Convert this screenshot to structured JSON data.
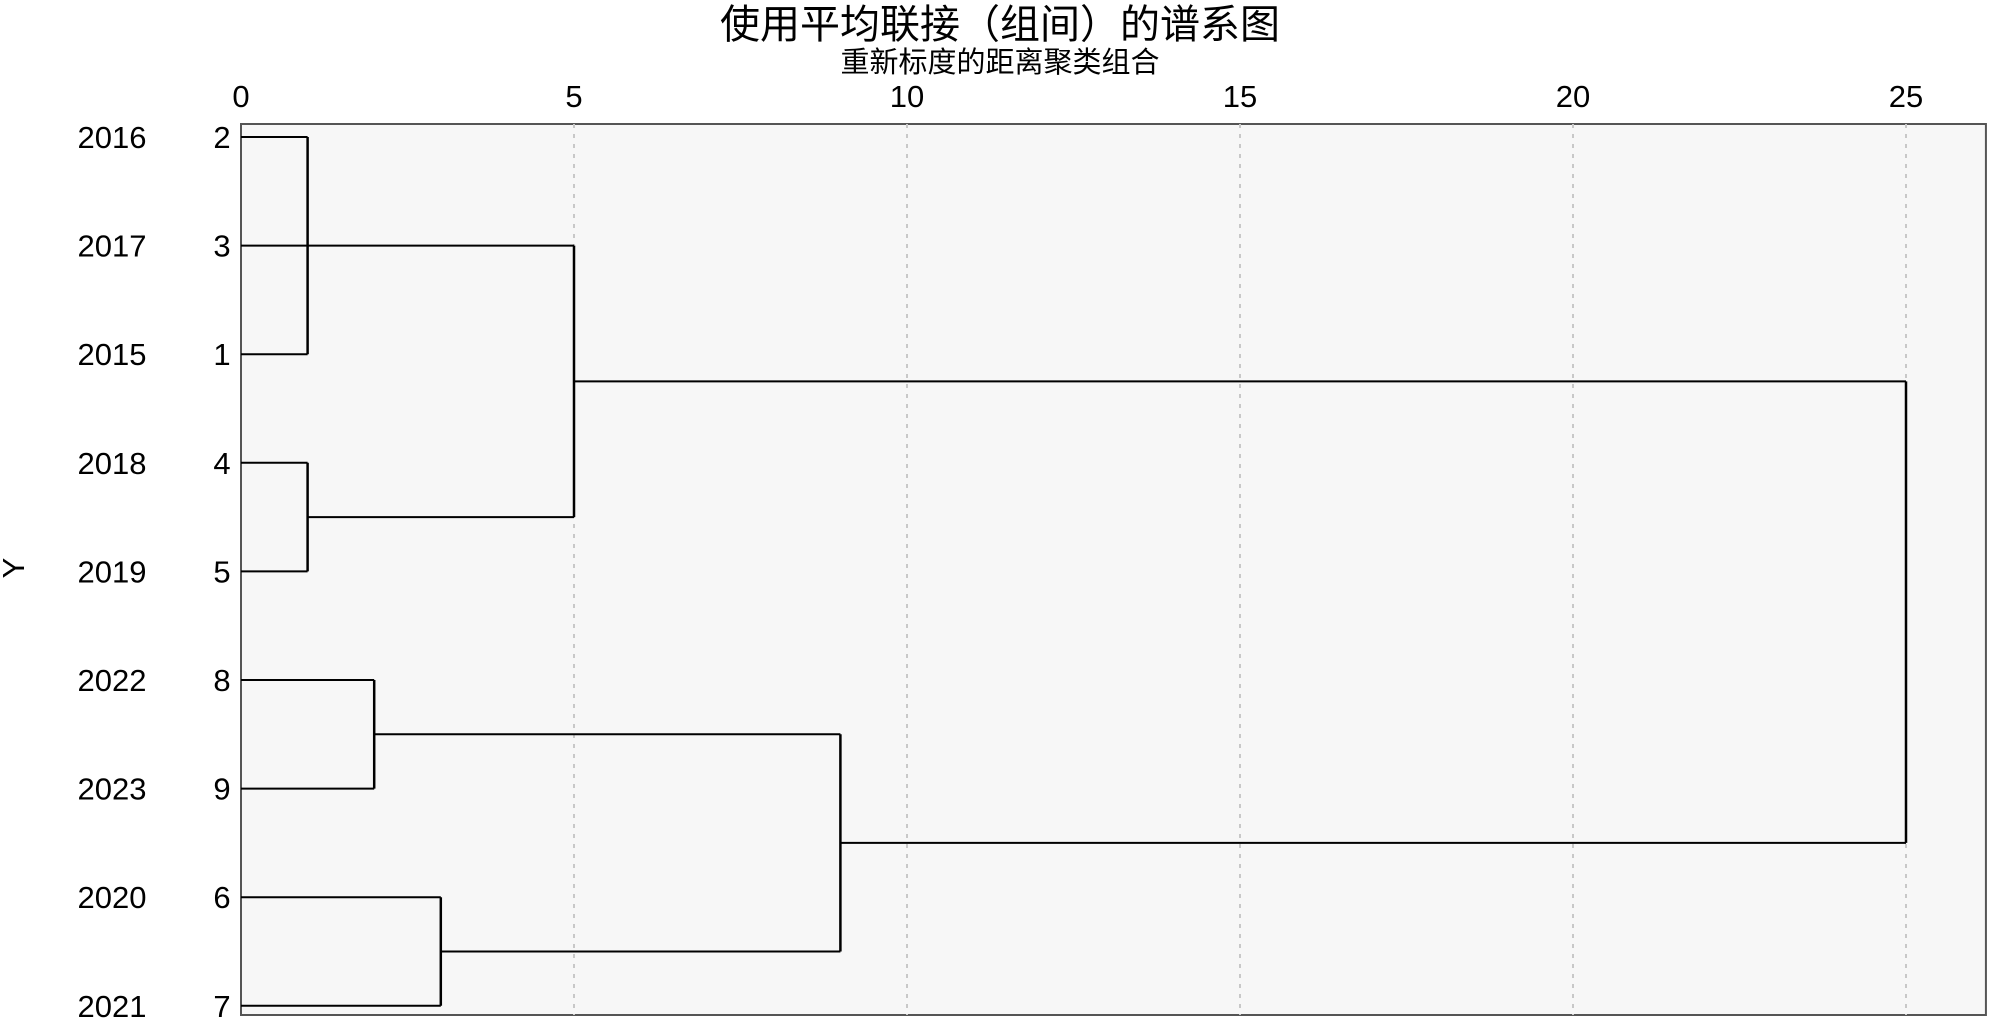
{
  "chart_data": {
    "type": "dendrogram",
    "title": "使用平均联接（组间）的谱系图",
    "subtitle": "重新标度的距离聚类组合",
    "ylabel": "Y",
    "x_ticks": [
      "0",
      "5",
      "10",
      "15",
      "20",
      "25"
    ],
    "xlim": [
      0,
      26.2
    ],
    "grid": "vertical dashed at ticks",
    "leaves": [
      {
        "label": "2016",
        "id": "2"
      },
      {
        "label": "2017",
        "id": "3"
      },
      {
        "label": "2015",
        "id": "1"
      },
      {
        "label": "2018",
        "id": "4"
      },
      {
        "label": "2019",
        "id": "5"
      },
      {
        "label": "2022",
        "id": "8"
      },
      {
        "label": "2023",
        "id": "9"
      },
      {
        "label": "2020",
        "id": "6"
      },
      {
        "label": "2021",
        "id": "7"
      }
    ],
    "merges": [
      {
        "members": [
          "2",
          "3",
          "1"
        ],
        "distance": 1
      },
      {
        "members": [
          "4",
          "5"
        ],
        "distance": 1
      },
      {
        "members": [
          "2",
          "3",
          "1",
          "4",
          "5"
        ],
        "distance": 5
      },
      {
        "members": [
          "8",
          "9"
        ],
        "distance": 2
      },
      {
        "members": [
          "6",
          "7"
        ],
        "distance": 3
      },
      {
        "members": [
          "8",
          "9",
          "6",
          "7"
        ],
        "distance": 9
      },
      {
        "members": [
          "2",
          "3",
          "1",
          "4",
          "5",
          "8",
          "9",
          "6",
          "7"
        ],
        "distance": 25
      }
    ],
    "colors": {
      "plot_bg": "#f7f7f7",
      "line": "#000000",
      "grid": "#c8c8c8"
    }
  }
}
